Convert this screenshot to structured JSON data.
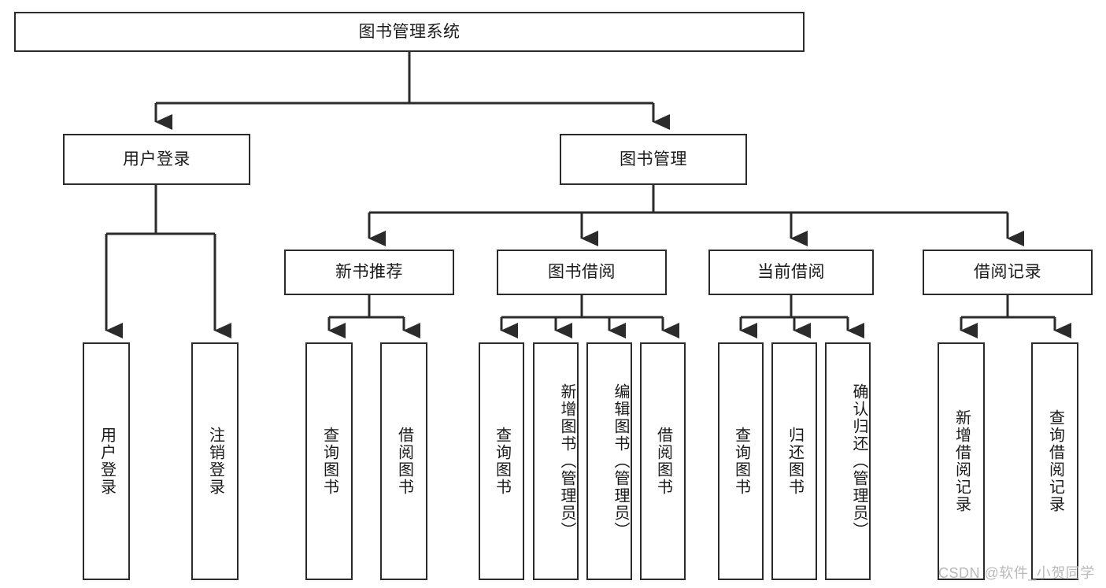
{
  "diagram": {
    "title": "图书管理系统",
    "type": "hierarchy-tree",
    "orientation": "top-down",
    "colors": {
      "box_border": "#2b2b2b",
      "box_fill": "#ffffff",
      "link": "#2b2b2b",
      "text": "#1a1a1a",
      "watermark": "#b9b9b9"
    },
    "nodes": {
      "root": {
        "label": "图书管理系统",
        "level": 1
      },
      "l2": [
        {
          "id": "user_login",
          "label": "用户登录",
          "level": 2
        },
        {
          "id": "book_manage",
          "label": "图书管理",
          "level": 2
        }
      ],
      "l3": [
        {
          "id": "new_book_rec",
          "label": "新书推荐",
          "level": 3,
          "parent": "book_manage"
        },
        {
          "id": "book_borrow",
          "label": "图书借阅",
          "level": 3,
          "parent": "book_manage"
        },
        {
          "id": "current_borrow",
          "label": "当前借阅",
          "level": 3,
          "parent": "book_manage"
        },
        {
          "id": "borrow_record",
          "label": "借阅记录",
          "level": 3,
          "parent": "book_manage"
        }
      ],
      "leaves": {
        "user_login": [
          {
            "id": "leaf_user_login",
            "label": "用户登录"
          },
          {
            "id": "leaf_logout",
            "label": "注销登录"
          }
        ],
        "new_book_rec": [
          {
            "id": "leaf_query_book_1",
            "label": "查询图书"
          },
          {
            "id": "leaf_borrow_book_1",
            "label": "借阅图书"
          }
        ],
        "book_borrow": [
          {
            "id": "leaf_query_book_2",
            "label": "查询图书"
          },
          {
            "id": "leaf_add_book",
            "label": "新增图书（管理员）"
          },
          {
            "id": "leaf_edit_book",
            "label": "编辑图书（管理员）"
          },
          {
            "id": "leaf_borrow_book_2",
            "label": "借阅图书"
          }
        ],
        "current_borrow": [
          {
            "id": "leaf_query_book_3",
            "label": "查询图书"
          },
          {
            "id": "leaf_return_book",
            "label": "归还图书"
          },
          {
            "id": "leaf_confirm_return",
            "label": "确认归还（管理员）"
          }
        ],
        "borrow_record": [
          {
            "id": "leaf_add_record",
            "label": "新增借阅记录"
          },
          {
            "id": "leaf_query_record",
            "label": "查询借阅记录"
          }
        ]
      }
    },
    "watermark": "CSDN @软件_小贺同学"
  }
}
